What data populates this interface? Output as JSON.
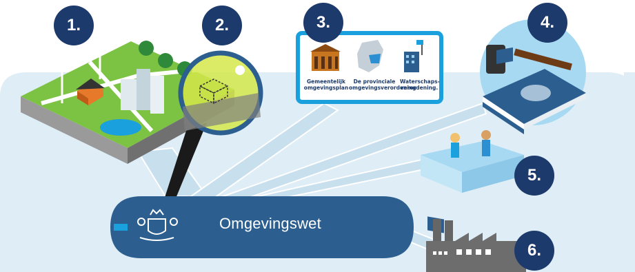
{
  "banner": {
    "title": "Omgevingswet"
  },
  "steps": [
    {
      "number": "1."
    },
    {
      "number": "2."
    },
    {
      "number": "3."
    },
    {
      "number": "4."
    },
    {
      "number": "5."
    },
    {
      "number": "6."
    }
  ],
  "documents": {
    "municipal": "Gemeentelijk omgevingsplan",
    "provincial": "De provinciale omgevingsverordening",
    "water": "Waterschaps- verordening."
  },
  "colors": {
    "background_panel": "#deedf6",
    "banner": "#2c5f8f",
    "badge": "#1c3a6b",
    "accent": "#1aa0dc",
    "grass": "#7cc243"
  },
  "icons": [
    "landscape-icon",
    "magnifier-icon",
    "documents-icon",
    "law-book-icon",
    "counter-desk-icon",
    "factory-icon",
    "coat-of-arms-icon"
  ]
}
